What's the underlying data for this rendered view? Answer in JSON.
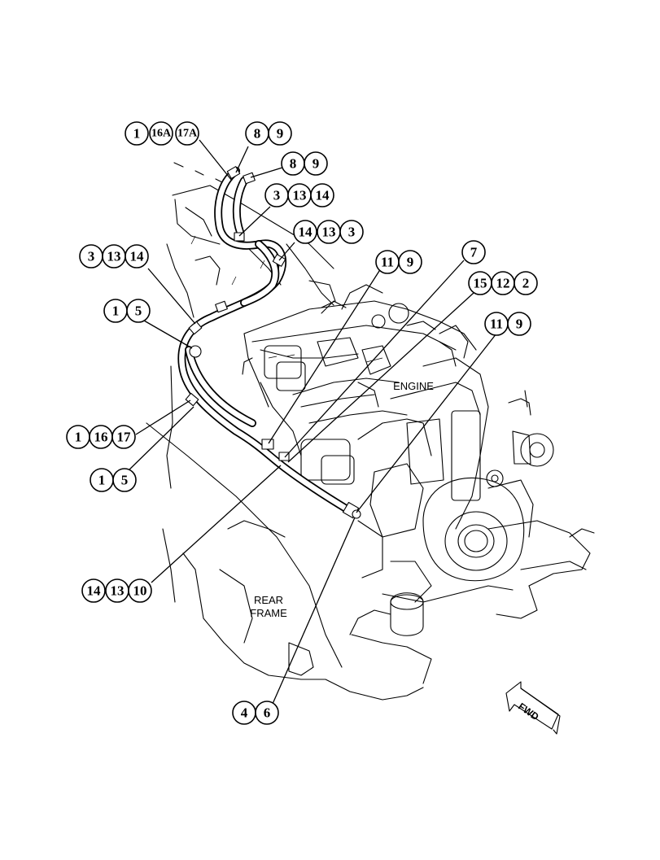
{
  "labels": {
    "engine": "ENGINE",
    "rear_frame_line1": "REAR",
    "rear_frame_line2": "FRAME",
    "fwd": "FWD"
  },
  "callouts": [
    {
      "id": "c-1-16a-17a",
      "items": [
        "1",
        "16A",
        "17A"
      ]
    },
    {
      "id": "c-8-9-top",
      "items": [
        "8",
        "9"
      ]
    },
    {
      "id": "c-8-9-second",
      "items": [
        "8",
        "9"
      ]
    },
    {
      "id": "c-3-13-14-top",
      "items": [
        "3",
        "13",
        "14"
      ]
    },
    {
      "id": "c-14-13-3",
      "items": [
        "14",
        "13",
        "3"
      ]
    },
    {
      "id": "c-3-13-14-left",
      "items": [
        "3",
        "13",
        "14"
      ]
    },
    {
      "id": "c-11-9-upper",
      "items": [
        "11",
        "9"
      ]
    },
    {
      "id": "c-7",
      "items": [
        "7"
      ]
    },
    {
      "id": "c-15-12-2",
      "items": [
        "15",
        "12",
        "2"
      ]
    },
    {
      "id": "c-1-5-upper",
      "items": [
        "1",
        "5"
      ]
    },
    {
      "id": "c-11-9-right",
      "items": [
        "11",
        "9"
      ]
    },
    {
      "id": "c-1-16-17",
      "items": [
        "1",
        "16",
        "17"
      ]
    },
    {
      "id": "c-1-5-lower",
      "items": [
        "1",
        "5"
      ]
    },
    {
      "id": "c-14-13-10",
      "items": [
        "14",
        "13",
        "10"
      ]
    },
    {
      "id": "c-4-6",
      "items": [
        "4",
        "6"
      ]
    }
  ]
}
